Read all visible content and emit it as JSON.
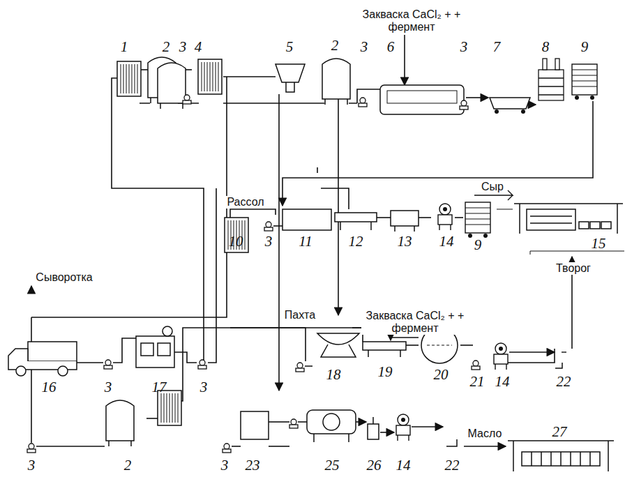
{
  "diagram": {
    "labels": [
      "Закваска CaCl₂ + + фермент",
      "1",
      "2",
      "3",
      "4",
      "5",
      "2",
      "3",
      "6",
      "3",
      "7",
      "8",
      "9",
      "Рассол",
      "10",
      "3",
      "11",
      "12",
      "13",
      "14",
      "9",
      "Сыр",
      "15",
      "16",
      "3",
      "17",
      "3",
      "Пахта",
      "Закваска CaCl₂ + + фермент",
      "18",
      "19",
      "20",
      "21",
      "14",
      "22",
      "Творог",
      "Сыворотка",
      "3",
      "2",
      "3",
      "23",
      "25",
      "26",
      "14",
      "22",
      "Масло",
      "27"
    ]
  }
}
